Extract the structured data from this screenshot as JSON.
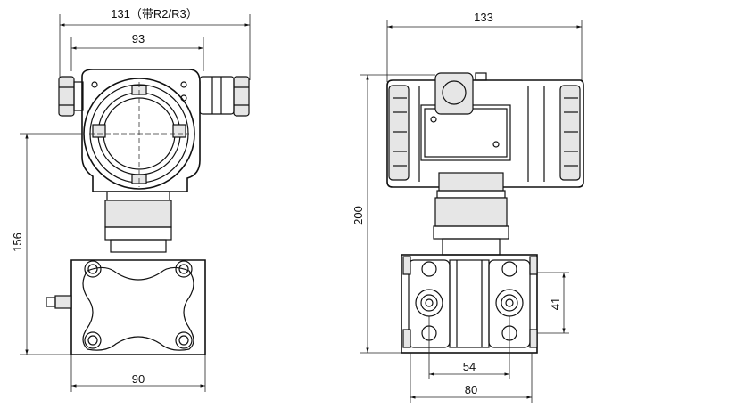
{
  "dimensions": {
    "front_total_width": "131（带R2/R3）",
    "front_housing_width": "93",
    "front_height": "156",
    "front_flange_width": "90",
    "side_total_width": "133",
    "side_height": "200",
    "side_flange_vertical": "41",
    "side_port_spacing": "54",
    "side_flange_width": "80"
  }
}
